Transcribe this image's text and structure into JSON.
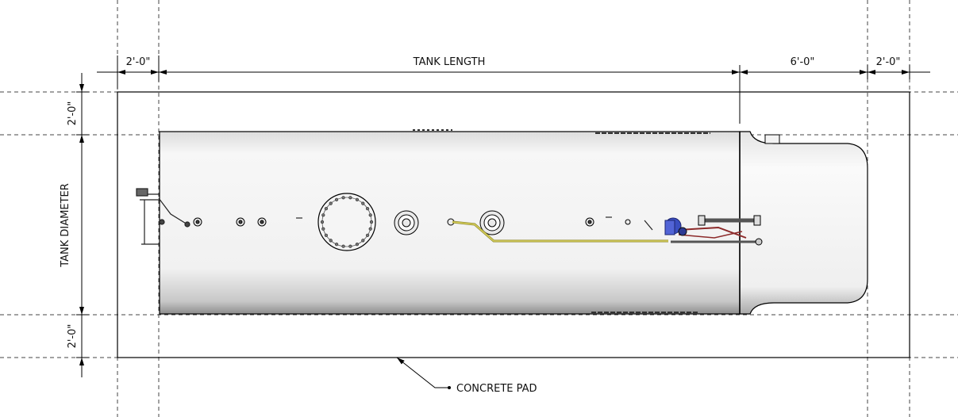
{
  "dimensions": {
    "top_left_clearance": "2'-0\"",
    "tank_length": "TANK LENGTH",
    "end_clearance": "6'-0\"",
    "top_right_clearance": "2'-0\"",
    "left_top_clearance": "2'-0\"",
    "tank_diameter": "TANK DIAMETER",
    "left_bottom_clearance": "2'-0\""
  },
  "callouts": {
    "concrete_pad": "CONCRETE PAD"
  },
  "colors": {
    "line": "#000000",
    "tank_fill": "#f3f3f3",
    "piping_yellow": "#b7ad39",
    "piping_red": "#8c2a2a",
    "valve_blue": "#3a4ec0"
  }
}
